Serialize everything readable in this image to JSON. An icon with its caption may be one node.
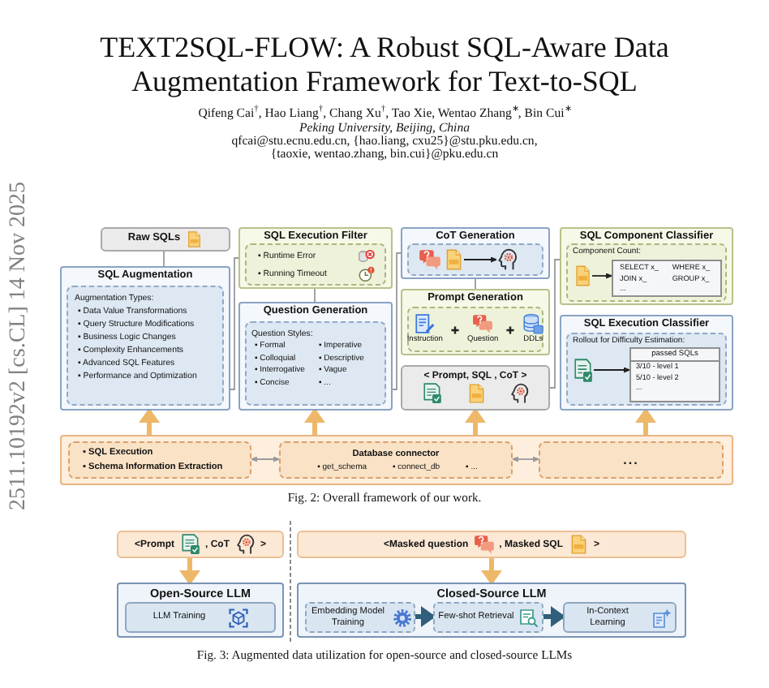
{
  "diagram": {
    "title": "TEXT2SQL-FLOW: A Robust SQL-Aware Data Augmentation Framework for Text-to-SQL",
    "nodes": [
      {
        "text": [
          "Raw SQLs"
        ]
      },
      {
        "text": [
          "SQL Augmentation"
        ]
      },
      {
        "text": [
          "Augmentation Types:",
          "▪ Data Value Transformations",
          "▪ Query Structure Modifications",
          "▪ Business Logic Changes",
          "▪ Complexity Enhancements",
          "▪ Advanced SQL Features",
          "▪ Performance and Optimization"
        ],
        "in": 1
      },
      {
        "text": [
          "SQL Execution Filter"
        ]
      },
      {
        "text": [
          "▪ Runtime Error",
          "▪ Running Timeout"
        ],
        "in": 3
      },
      {
        "text": [
          "Question Generation"
        ]
      },
      {
        "text": [
          "Question Styles:",
          "▪ Formal",
          "▪ Colloquial",
          "▪ Interrogative",
          "▪ Concise",
          "▪ Imperative",
          "▪ Descriptive",
          "▪ Vague",
          "▪ ..."
        ],
        "in": 5
      },
      {
        "text": [
          "CoT Generation"
        ]
      },
      {
        "text": [],
        "shape": "box",
        "in": 7
      },
      {
        "text": [],
        "shape": "picture",
        "in": 8
      },
      {
        "text": [],
        "shape": "picture",
        "in": 8
      },
      {
        "text": [],
        "shape": "picture",
        "in": 8
      },
      {
        "text": [
          "Prompt Generation"
        ]
      },
      {
        "text": [
          "Instruction",
          "Question",
          "DDLs"
        ],
        "in": 12
      },
      {
        "text": [
          "< Prompt, SQL , CoT >"
        ]
      },
      {
        "text": [
          "SQL Component Classifier"
        ]
      },
      {
        "text": [
          "Component Count:"
        ],
        "in": 15
      },
      {
        "text": [],
        "shape": "picture",
        "in": 16
      },
      {
        "text": [
          "SELECT x_",
          "WHERE x_",
          "JOIN x_",
          "GROUP x_",
          "..."
        ],
        "in": 16
      },
      {
        "text": [
          "SQL Execution Classifier"
        ]
      },
      {
        "text": [
          "Rollout for Difficulty Estimation:"
        ],
        "in": 19
      },
      {
        "text": [],
        "shape": "picture",
        "in": 20
      },
      {
        "text": [
          "passed SQLs",
          "3/10 - level 1",
          "5/10 - level 2",
          "..."
        ],
        "in": 20
      },
      {
        "text": [],
        "shape": "box"
      },
      {
        "text": [
          "▪ SQL Execution",
          "▪ Schema Information Extraction"
        ],
        "in": 23
      },
      {
        "text": [
          "Database connector",
          "▪ get_schema",
          "▪ connect_db",
          "▪ ..."
        ],
        "in": 23
      },
      {
        "text": [
          "..."
        ],
        "in": 23
      },
      {
        "text": [
          "<Prompt",
          ", CoT",
          ">"
        ]
      },
      {
        "text": [
          "<Masked question",
          ", Masked SQL",
          ">"
        ]
      },
      {
        "text": [
          "Open-Source LLM"
        ]
      },
      {
        "text": [
          "LLM Training"
        ],
        "in": 29
      },
      {
        "text": [
          "Closed-Source LLM"
        ]
      },
      {
        "text": [
          "Embedding Model Training"
        ],
        "in": 31
      },
      {
        "text": [
          "Few-shot Retrieval"
        ],
        "in": 31
      },
      {
        "text": [
          "In-Context Learning"
        ],
        "in": 31
      }
    ],
    "edges": [
      {
        "from": 0,
        "to": 1,
        "arrow": "none"
      },
      {
        "from": 1,
        "to": 3,
        "arrow": "none"
      },
      {
        "from": 3,
        "to": 5,
        "arrow": "none"
      },
      {
        "from": 5,
        "to": 7,
        "arrow": "none"
      },
      {
        "from": 7,
        "to": 12,
        "arrow": "none"
      },
      {
        "from": 14,
        "to": 15,
        "arrow": "none"
      },
      {
        "from": 10,
        "to": 11,
        "arrow": "to",
        "color": "#222222"
      },
      {
        "from": 17,
        "to": 18,
        "arrow": "to",
        "color": "#222222"
      },
      {
        "from": 21,
        "to": 22,
        "arrow": "to",
        "color": "#222222"
      },
      {
        "from": 24,
        "to": 25,
        "arrow": "both"
      },
      {
        "from": 25,
        "to": 26,
        "arrow": "both"
      },
      {
        "from": 23,
        "to": 1,
        "arrow": "to",
        "style": "thick",
        "color": "#eeb869"
      },
      {
        "from": 23,
        "to": 5,
        "arrow": "to",
        "style": "thick",
        "color": "#eeb869"
      },
      {
        "from": 23,
        "to": 14,
        "arrow": "to",
        "style": "thick",
        "color": "#eeb869"
      },
      {
        "from": 23,
        "to": 19,
        "arrow": "to",
        "style": "thick",
        "color": "#eeb869"
      },
      {
        "from": 27,
        "to": 29,
        "arrow": "to",
        "style": "thick",
        "color": "#eeb869"
      },
      {
        "from": 28,
        "to": 31,
        "arrow": "to",
        "style": "thick",
        "color": "#eeb869"
      },
      {
        "from": 32,
        "to": 33,
        "arrow": "to",
        "style": "thick",
        "color": "#2f5f7a"
      },
      {
        "from": 33,
        "to": 34,
        "arrow": "to",
        "style": "thick",
        "color": "#2f5f7a"
      }
    ],
    "labels": [
      "Qifeng Cai$^{†}$, Hao Liang$^{†}$, Chang Xu$^{†}$, Tao Xie, Wentao Zhang$^{∗}$, Bin Cui$^{∗}$",
      "Peking University, Beijing, China",
      "qfcai@stu.ecnu.edu.cn, {hao.liang, cxu25}@stu.pku.edu.cn,",
      "{taoxie, wentao.zhang, bin.cui}@pku.edu.cn",
      "Fig. 2: Overall framework of our work.",
      "Fig. 3: Augmented data utilization for open-source and closed-source LLMs",
      "2511.10192v2 [cs.CL] 14 Nov 2025"
    ]
  }
}
